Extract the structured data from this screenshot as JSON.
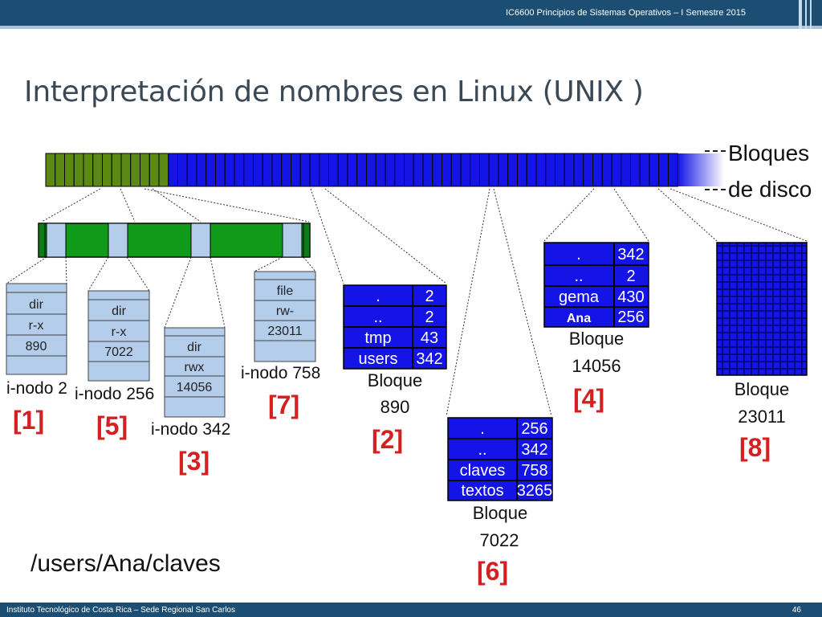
{
  "header": {
    "course": "IC6600 Principios de Sistemas Operativos – I Semestre 2015"
  },
  "title": "Interpretación de nombres en Linux (UNIX )",
  "disk_label": {
    "line1": "Bloques",
    "line2": "de disco"
  },
  "inodes": [
    {
      "label": "i-nodo 2",
      "fields": [
        "dir",
        "r-x",
        "890",
        ""
      ],
      "tag": "[1]"
    },
    {
      "label": "i-nodo 256",
      "fields": [
        "dir",
        "r-x",
        "7022",
        ""
      ],
      "tag": "[5]"
    },
    {
      "label": "i-nodo 342",
      "fields": [
        "dir",
        "rwx",
        "14056",
        ""
      ],
      "tag": "[3]"
    },
    {
      "label": "i-nodo 758",
      "fields": [
        "file",
        "rw-",
        "23011",
        ""
      ],
      "tag": "[7]"
    }
  ],
  "blocks": [
    {
      "label": "Bloque",
      "number": "890",
      "tag": "[2]",
      "rows": [
        {
          "name": ".",
          "inode": "2"
        },
        {
          "name": "..",
          "inode": "2"
        },
        {
          "name": "tmp",
          "inode": "43"
        },
        {
          "name": "users",
          "inode": "342"
        }
      ]
    },
    {
      "label": "Bloque",
      "number": "7022",
      "tag": "[6]",
      "rows": [
        {
          "name": ".",
          "inode": "256"
        },
        {
          "name": "..",
          "inode": "342"
        },
        {
          "name": "claves",
          "inode": "758"
        },
        {
          "name": "textos",
          "inode": "3265"
        }
      ]
    },
    {
      "label": "Bloque",
      "number": "14056",
      "tag": "[4]",
      "rows": [
        {
          "name": ".",
          "inode": "342"
        },
        {
          "name": "..",
          "inode": "2"
        },
        {
          "name": "gema",
          "inode": "430"
        },
        {
          "name": "Ana",
          "inode": "256"
        }
      ]
    },
    {
      "label": "Bloque",
      "number": "23011",
      "tag": "[8]"
    }
  ],
  "path": "/users/Ana/claves",
  "footer": {
    "institution": "Instituto Tecnológico de Costa Rica – Sede Regional San Carlos",
    "page": "46"
  },
  "colors": {
    "header": "#1b4e72",
    "blue": "#1414e6",
    "green": "#5a8a14",
    "tag_red": "#d42020",
    "inode_cell": "#b4cdea"
  }
}
